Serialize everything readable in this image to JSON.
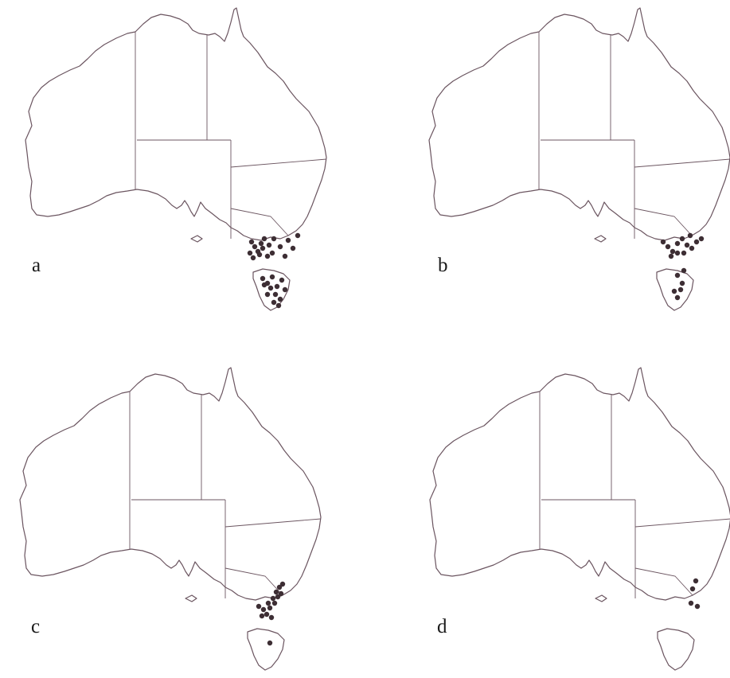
{
  "panels": [
    {
      "label": "a",
      "records": "dense-victoria-and-tasmania"
    },
    {
      "label": "b",
      "records": "southeast-nsw-victoria-and-east-tasmania"
    },
    {
      "label": "c",
      "records": "eastern-victoria-and-nsw-border"
    },
    {
      "label": "d",
      "records": "sparse-southeast-nsw"
    }
  ],
  "colors": {
    "outline": "#6b5560",
    "record_dot": "#3d2e34"
  }
}
